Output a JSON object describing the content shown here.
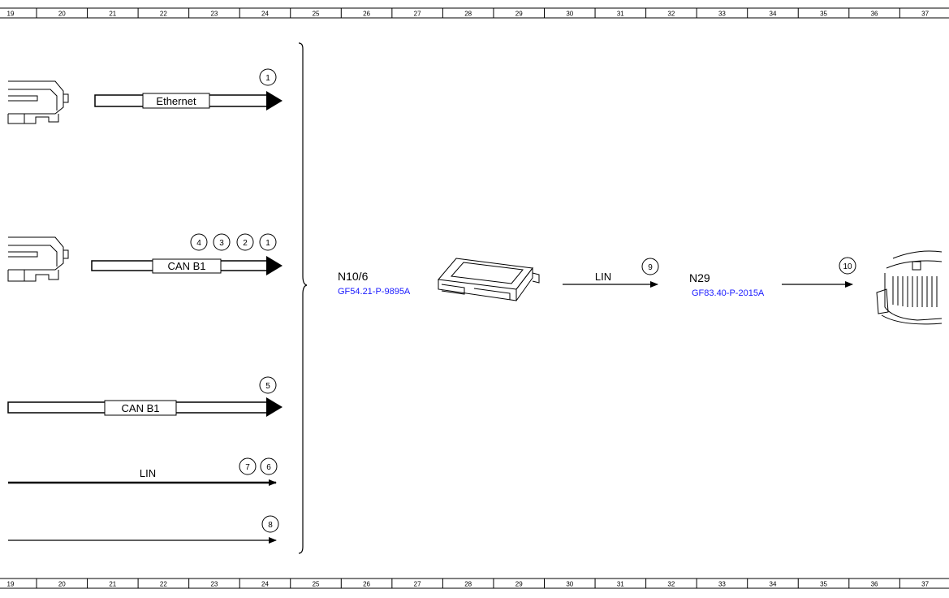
{
  "ruler": {
    "labels": [
      "19",
      "20",
      "21",
      "22",
      "23",
      "24",
      "25",
      "26",
      "27",
      "28",
      "29",
      "30",
      "31",
      "32",
      "33",
      "34",
      "35",
      "36",
      "37"
    ]
  },
  "left_signals": {
    "row1": {
      "bus_label": "Ethernet",
      "markers": [
        "1"
      ]
    },
    "row2": {
      "bus_label": "CAN B1",
      "markers": [
        "4",
        "3",
        "2",
        "1"
      ]
    },
    "row3": {
      "bus_label": "CAN B1",
      "markers": [
        "5"
      ]
    },
    "row4": {
      "bus_label": "LIN",
      "markers": [
        "7",
        "6"
      ]
    },
    "row5": {
      "markers": [
        "8"
      ]
    }
  },
  "component_n10": {
    "name": "N10/6",
    "ref": "GF54.21-P-9895A"
  },
  "link_lin": {
    "label": "LIN",
    "marker": "9"
  },
  "component_n29": {
    "name": "N29",
    "ref": "GF83.40-P-2015A"
  },
  "link_out": {
    "marker": "10"
  },
  "colors": {
    "link": "#1a1aff",
    "line": "#000000"
  }
}
